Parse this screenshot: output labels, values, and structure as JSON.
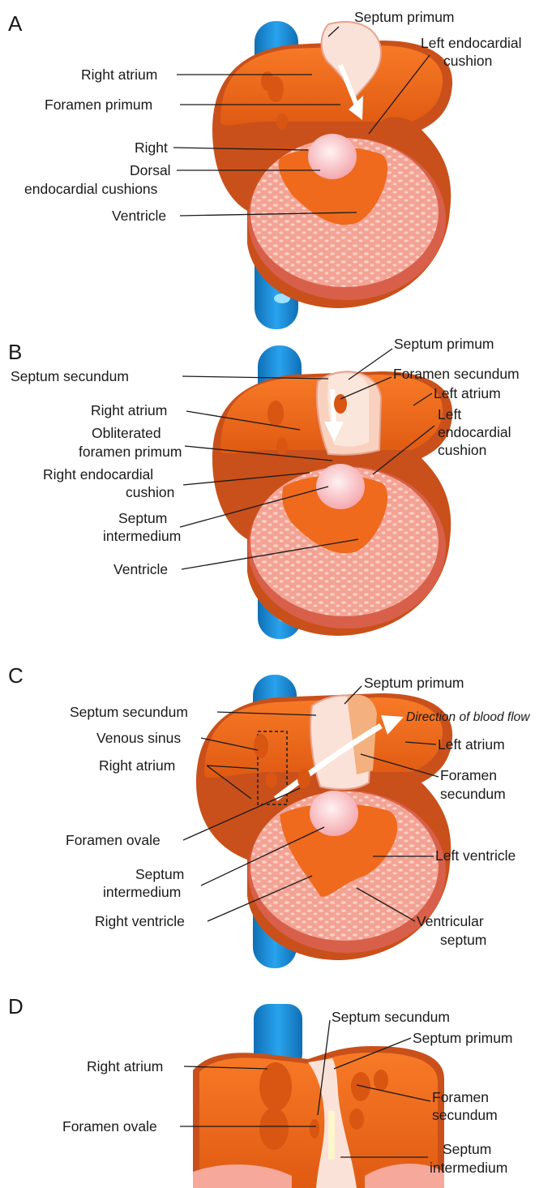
{
  "panels": {
    "A": {
      "letter": "A",
      "labels": {
        "septum_primum": "Septum primum",
        "left_endocardial_cushion_1": "Left endocardial",
        "left_endocardial_cushion_2": "cushion",
        "right_atrium": "Right atrium",
        "foramen_primum": "Foramen primum",
        "right": "Right",
        "dorsal": "Dorsal",
        "endocardial_cushions": "endocardial cushions",
        "ventricle": "Ventricle"
      }
    },
    "B": {
      "letter": "B",
      "labels": {
        "septum_primum": "Septum primum",
        "septum_secundum": "Septum secundum",
        "foramen_secundum": "Foramen secundum",
        "right_atrium": "Right atrium",
        "left_atrium": "Left atrium",
        "obliterated_1": "Obliterated",
        "obliterated_2": "foramen primum",
        "left_cushion_1": "Left",
        "left_cushion_2": "endocardial",
        "left_cushion_3": "cushion",
        "right_cushion_1": "Right endocardial",
        "right_cushion_2": "cushion",
        "septum_intermedium_1": "Septum",
        "septum_intermedium_2": "intermedium",
        "ventricle": "Ventricle"
      }
    },
    "C": {
      "letter": "C",
      "labels": {
        "septum_primum": "Septum primum",
        "septum_secundum": "Septum secundum",
        "direction_of_blood_flow": "Direction of blood flow",
        "venous_sinus": "Venous sinus",
        "left_atrium": "Left atrium",
        "right_atrium": "Right atrium",
        "foramen_secundum_1": "Foramen",
        "foramen_secundum_2": "secundum",
        "foramen_ovale": "Foramen ovale",
        "left_ventricle": "Left ventricle",
        "septum_intermedium_1": "Septum",
        "septum_intermedium_2": "intermedium",
        "right_ventricle": "Right ventricle",
        "ventricular_septum_1": "Ventricular",
        "ventricular_septum_2": "septum"
      }
    },
    "D": {
      "letter": "D",
      "labels": {
        "septum_secundum": "Septum secundum",
        "septum_primum": "Septum primum",
        "right_atrium": "Right atrium",
        "foramen_secundum_1": "Foramen",
        "foramen_secundum_2": "secundum",
        "foramen_ovale": "Foramen ovale",
        "septum_intermedium_1": "Septum",
        "septum_intermedium_2": "intermedium"
      }
    }
  },
  "colors": {
    "vessel_blue": "#1b8fd8",
    "atrium_orange": "#f26a1b",
    "atrium_edge": "#c4480f",
    "myocardium_pink": "#f6a89a",
    "septum_light": "#fbe2d8",
    "cushion": "#f8c8c6",
    "ventricle_rim": "#e8806a"
  }
}
